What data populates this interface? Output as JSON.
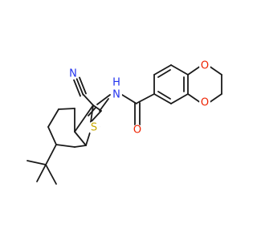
{
  "molecule": {
    "atoms": {
      "n_nitrile": {
        "symbol": "N",
        "color": "#2233ee"
      },
      "n_amide": {
        "symbol": "N",
        "color": "#2233ee"
      },
      "h_amide": {
        "symbol": "H",
        "color": "#2233ee"
      },
      "s_ring": {
        "symbol": "S",
        "color": "#c8a800"
      },
      "o_carbonyl": {
        "symbol": "O",
        "color": "#ee2200"
      },
      "o_ring_top": {
        "symbol": "O",
        "color": "#ee2200"
      },
      "o_ring_bottom": {
        "symbol": "O",
        "color": "#ee2200"
      }
    },
    "bond_color": "#1a1a1a"
  }
}
